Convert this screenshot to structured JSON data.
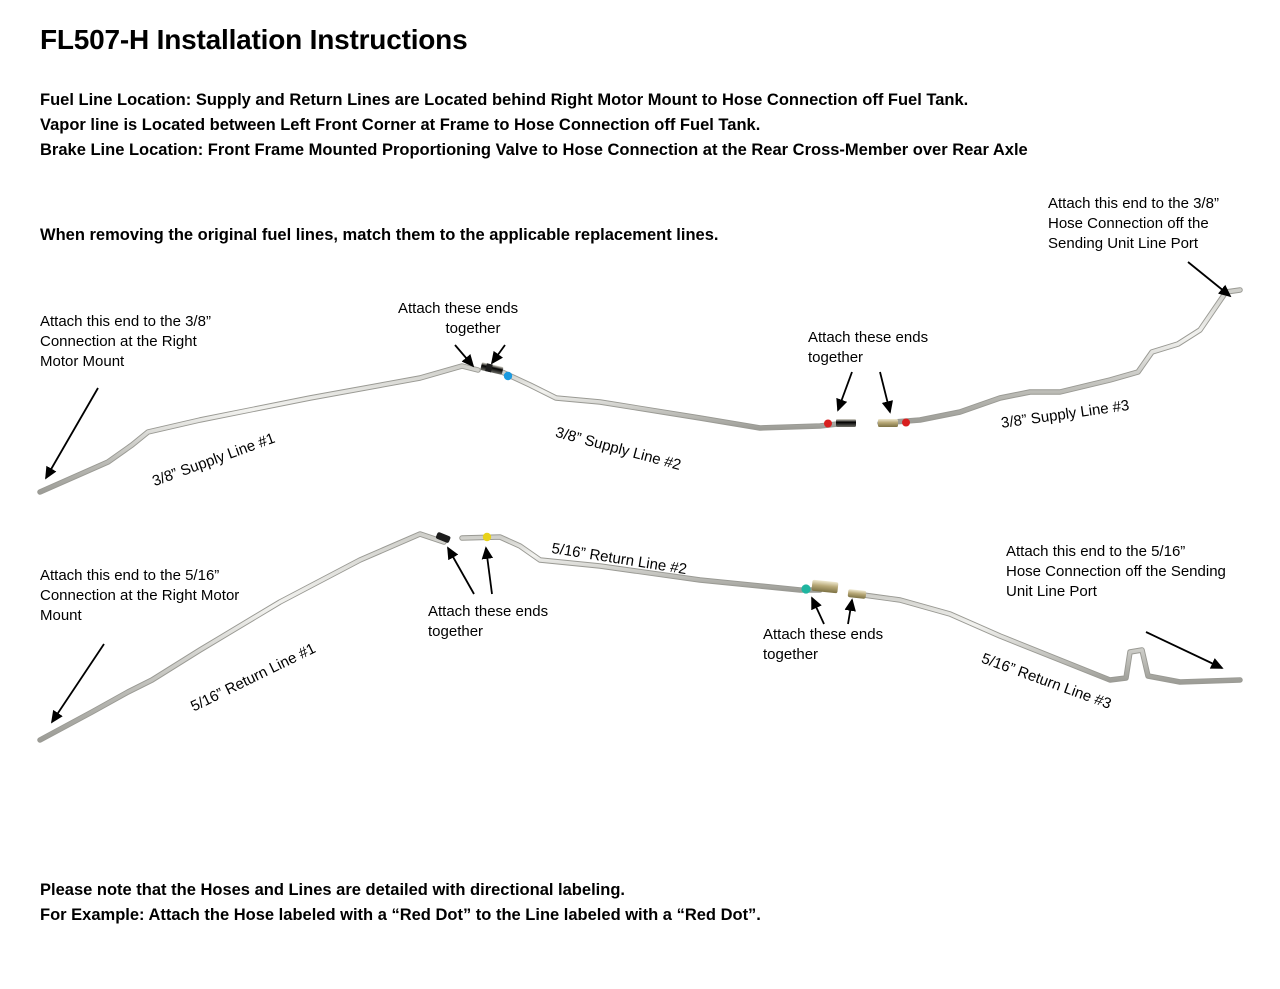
{
  "document": {
    "title": "FL507-H Installation Instructions",
    "intro_lines": [
      "Fuel Line Location:  Supply and Return Lines are Located behind Right Motor Mount to Hose Connection off Fuel Tank.",
      "Vapor line is Located between Left Front Corner at Frame to Hose Connection off Fuel Tank.",
      "Brake Line Location: Front Frame Mounted Proportioning Valve to Hose Connection at the Rear Cross-Member over Rear Axle"
    ],
    "emphasis": "When removing the original fuel lines, match them to the applicable replacement lines.",
    "footer_lines": [
      "Please note that the Hoses and Lines are detailed with directional labeling.",
      "For Example: Attach the Hose labeled with a “Red Dot” to the Line labeled with a “Red Dot”."
    ]
  },
  "diagram": {
    "supply_callouts": {
      "left_end": "Attach this end to the 3/8” Connection at the Right Motor Mount",
      "left_end_lines": [
        "Attach this end to the 3/8”",
        "Connection at the Right",
        "Motor Mount"
      ],
      "mid_join": [
        "Attach these ends",
        "together"
      ],
      "right_join": [
        "Attach these ends",
        "together"
      ],
      "right_end_lines": [
        "Attach this end to the 3/8”",
        "Hose Connection off the",
        "Sending Unit Line Port"
      ]
    },
    "return_callouts": {
      "left_end_lines": [
        "Attach this end to the 5/16”",
        "Connection at the Right Motor",
        "Mount"
      ],
      "mid_join": [
        "Attach these ends",
        "together"
      ],
      "right_join": [
        "Attach these ends",
        "together"
      ],
      "right_end_lines": [
        "Attach this end to the 5/16”",
        "Hose Connection off the Sending",
        "Unit Line Port"
      ]
    },
    "line_labels": {
      "supply_1": "3/8” Supply Line #1",
      "supply_2": "3/8” Supply Line #2",
      "supply_3": "3/8” Supply Line #3",
      "return_1": "5/16” Return Line #1",
      "return_2": "5/16” Return Line #2",
      "return_3": "5/16” Return Line #3"
    },
    "dot_markers": {
      "supply_2_left": "#1b9ae0",
      "supply_2_right": "#d81f1f",
      "supply_3_left": "#d81f1f",
      "return_2_left": "#e8d21a",
      "return_2_right": "#1fb5a0",
      "return_3_left": "#9a8f3a"
    },
    "colors": {
      "tube": "#b9b9b4",
      "tube_highlight": "#efefec",
      "fitting": "#8f8f88",
      "arrow": "#000000",
      "text": "#000000"
    }
  }
}
